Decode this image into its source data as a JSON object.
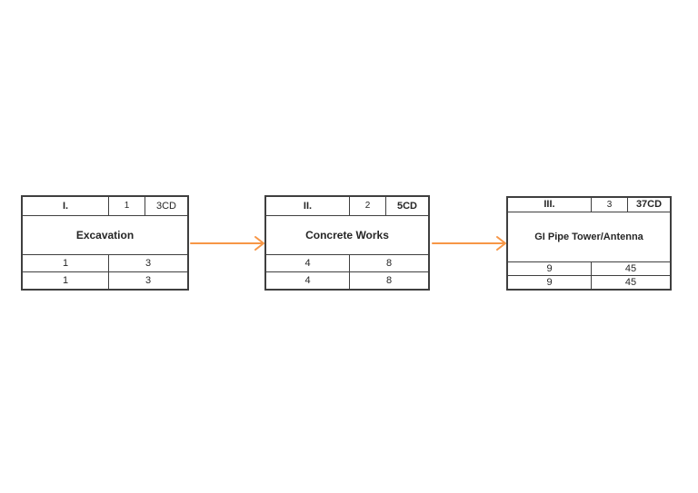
{
  "colors": {
    "arrow": "#f79646",
    "line": "#3f3f3f",
    "text": "#262626",
    "background": "#ffffff"
  },
  "diagram": {
    "nodes": [
      {
        "label": "I.",
        "number": "1",
        "duration": "3CD",
        "name": "Excavation",
        "rows": [
          [
            "1",
            "3"
          ],
          [
            "1",
            "3"
          ]
        ]
      },
      {
        "label": "II.",
        "number": "2",
        "duration": "5CD",
        "name": "Concrete Works",
        "rows": [
          [
            "4",
            "8"
          ],
          [
            "4",
            "8"
          ]
        ]
      },
      {
        "label": "III.",
        "number": "3",
        "duration": "37CD",
        "name": "GI Pipe Tower/Antenna",
        "rows": [
          [
            "9",
            "45"
          ],
          [
            "9",
            "45"
          ]
        ]
      }
    ]
  }
}
